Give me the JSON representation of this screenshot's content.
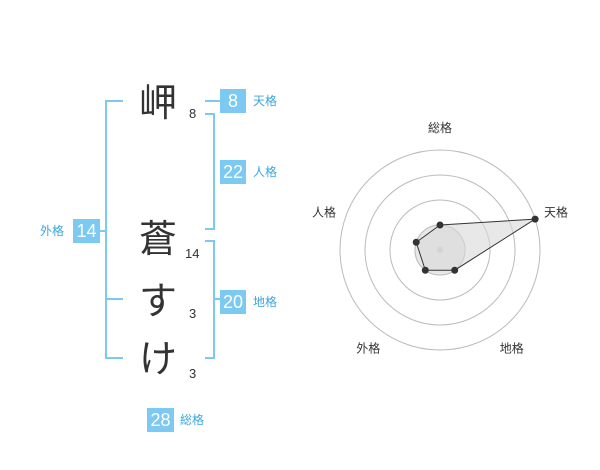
{
  "name": {
    "characters": [
      {
        "char": "岬",
        "strokes": "8"
      },
      {
        "char": "蒼",
        "strokes": "14"
      },
      {
        "char": "す",
        "strokes": "3"
      },
      {
        "char": "け",
        "strokes": "3"
      }
    ]
  },
  "fortune": {
    "tenkaku": {
      "value": "8",
      "label": "天格"
    },
    "jinkaku": {
      "value": "22",
      "label": "人格"
    },
    "chikaku": {
      "value": "20",
      "label": "地格"
    },
    "gaikaku": {
      "value": "14",
      "label": "外格"
    },
    "soukaku": {
      "value": "28",
      "label": "総格"
    }
  },
  "colors": {
    "accent": "#7cc9f2",
    "label_text": "#39a6de",
    "grid": "#bbbbbb",
    "polygon_fill": "#d9d9d9"
  },
  "chart_data": {
    "type": "radar",
    "axes": [
      "総格",
      "天格",
      "地格",
      "外格",
      "人格"
    ],
    "series": [
      {
        "values": [
          0.25,
          1.0,
          0.25,
          0.25,
          0.25
        ]
      }
    ],
    "rings": 4,
    "range": [
      0,
      1
    ]
  }
}
